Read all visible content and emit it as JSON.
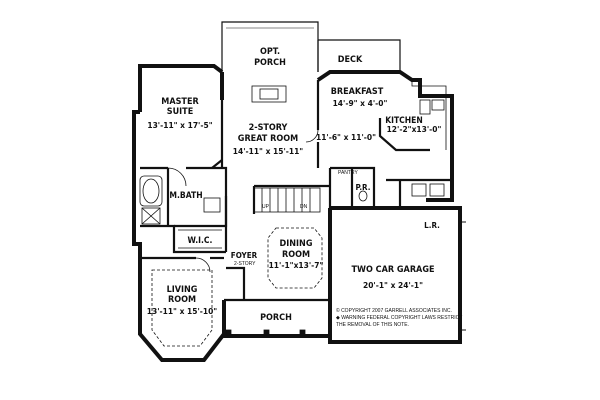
{
  "rooms": {
    "opt_porch": {
      "line1": "OPT.",
      "line2": "PORCH"
    },
    "deck": {
      "name": "DECK"
    },
    "breakfast": {
      "name": "BREAKFAST",
      "dims": "14'-9\" x 4'-0\""
    },
    "kitchen": {
      "name": "KITCHEN",
      "dims": "12'-2\"x13'-0\""
    },
    "master_suite": {
      "line1": "MASTER",
      "line2": "SUITE",
      "dims": "13'-11\" x 17'-5\""
    },
    "great_room": {
      "line1": "2-STORY",
      "line2": "GREAT ROOM",
      "dims": "14'-11\" x 15'-11\""
    },
    "dining_nook": {
      "dims": "11'-6\" x 11'-0\""
    },
    "pantry": {
      "name": "PANTRY"
    },
    "powder": {
      "name": "P.R."
    },
    "laundry": {
      "name": "L.R."
    },
    "master_bath": {
      "name": "M.BATH"
    },
    "wic": {
      "name": "W.I.C."
    },
    "foyer": {
      "line1": "FOYER",
      "line2": "2-STORY"
    },
    "dining": {
      "line1": "DINING",
      "line2": "ROOM",
      "dims": "11'-1\"x13'-7\""
    },
    "garage": {
      "name": "TWO CAR GARAGE",
      "dims": "20'-1\" x 24'-1\""
    },
    "living": {
      "line1": "LIVING",
      "line2": "ROOM",
      "dims": "13'-11\" x 15'-10\""
    },
    "porch": {
      "name": "PORCH"
    }
  },
  "stair": {
    "up": "UP",
    "dn": "DN"
  },
  "copyright": [
    "© COPYRIGHT 2007 GARRELL ASSOCIATES INC.",
    "◆ WARNING FEDERAL COPYRIGHT LAWS RESTRICT",
    "THE REMOVAL OF THIS NOTE."
  ]
}
